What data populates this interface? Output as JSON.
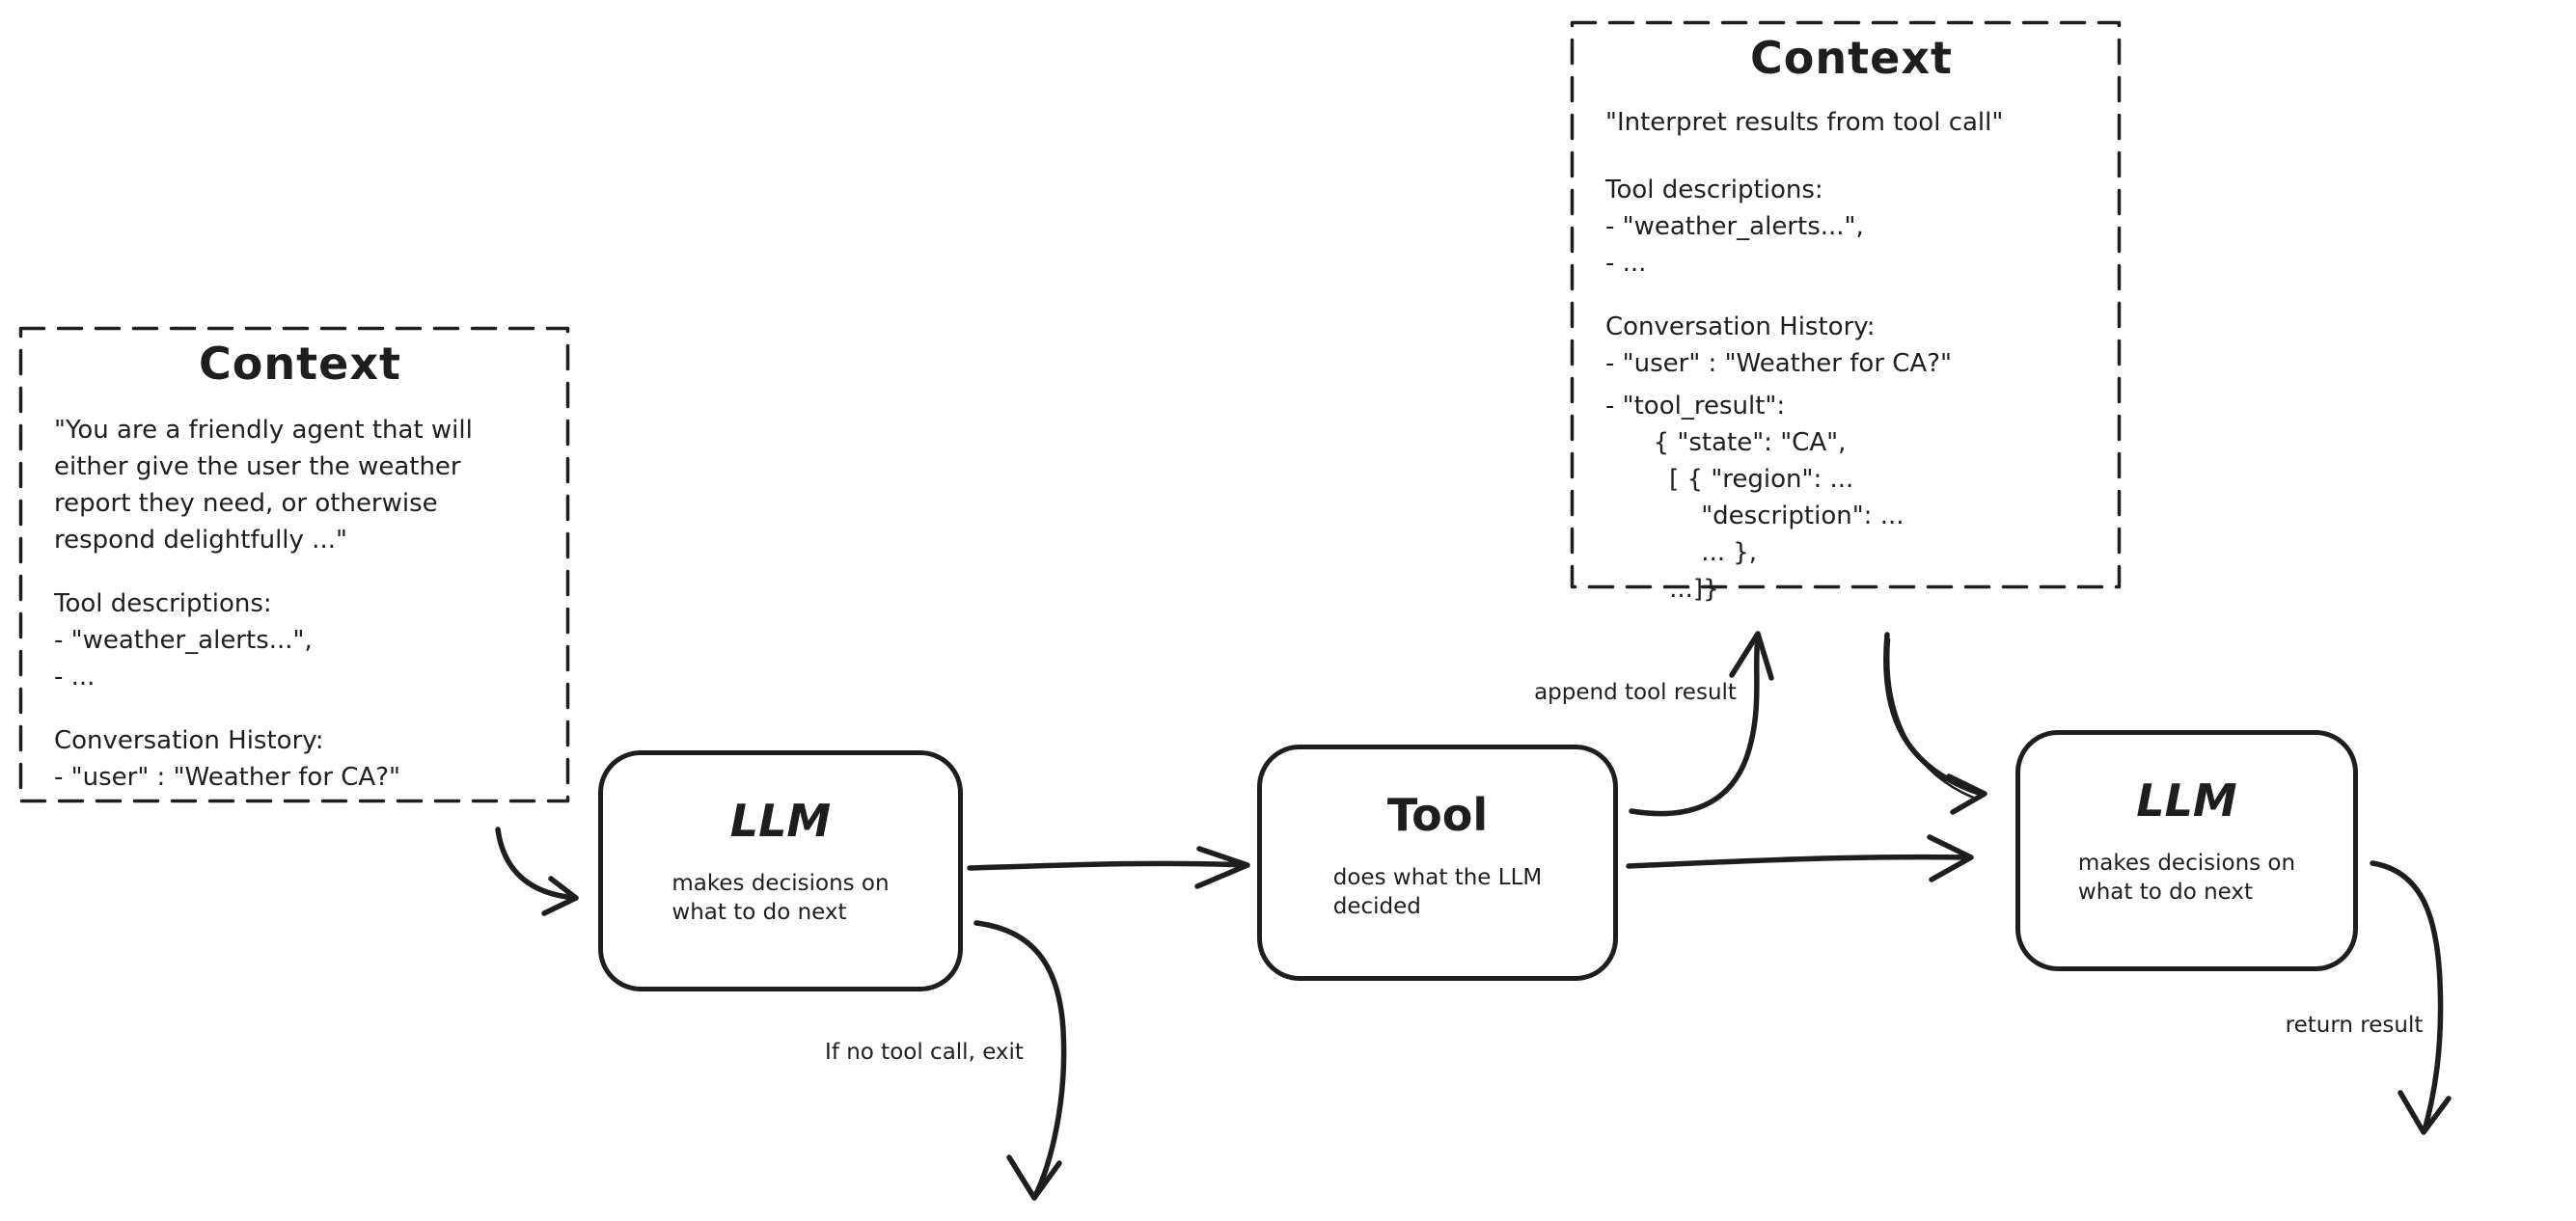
{
  "colors": {
    "ink": "#1e1e1e",
    "background": "#ffffff"
  },
  "context_left": {
    "title": "Context",
    "system_prompt": "\"You are a friendly agent that will\neither give the user the weather\nreport they need, or otherwise\nrespond delightfully ...\"",
    "tool_descriptions": "Tool descriptions:\n- \"weather_alerts...\",\n- ...",
    "conversation_history": "Conversation History:\n- \"user\" : \"Weather for CA?\""
  },
  "context_right": {
    "title": "Context",
    "instruction": "\"Interpret results from tool call\"",
    "tool_descriptions": "Tool descriptions:\n- \"weather_alerts...\",\n- ...",
    "conversation_history": "Conversation History:\n- \"user\" : \"Weather for CA?\"",
    "tool_result": "- \"tool_result\":\n      { \"state\": \"CA\",\n        [ { \"region\": ...\n            \"description\": ...\n            ... },\n        ...]}"
  },
  "nodes": {
    "llm1": {
      "title": "LLM",
      "subtitle": "makes decisions on\nwhat to do next"
    },
    "tool": {
      "title": "Tool",
      "subtitle": "does what the LLM\ndecided"
    },
    "llm2": {
      "title": "LLM",
      "subtitle": "makes decisions on\nwhat to do next"
    }
  },
  "edge_labels": {
    "append_tool_result": "append tool result",
    "no_tool_call_exit": "If no tool call, exit",
    "return_result": "return result"
  }
}
